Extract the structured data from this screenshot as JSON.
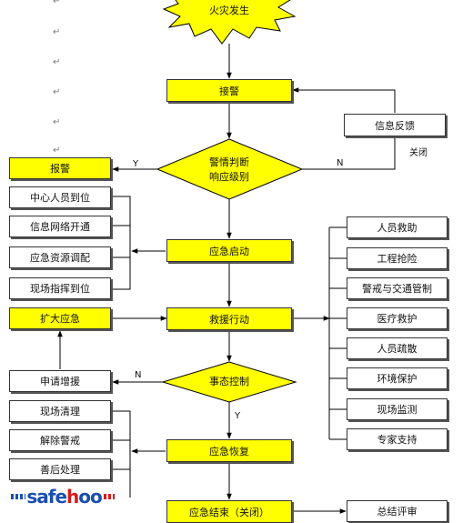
{
  "start": "火灾发生",
  "nodes": {
    "jiejing": "接警",
    "xinxi_fankui": "信息反馈",
    "jingqing_panduan_1": "警情判断",
    "jingqing_panduan_2": "响应级别",
    "baojing": "报警",
    "zhongxin": "中心人员到位",
    "xinxi_wangluo": "信息网络开通",
    "ziyuan": "应急资源调配",
    "xianchang_zhihui": "现场指挥到位",
    "yingji_qidong": "应急启动",
    "kuoda": "扩大应急",
    "jiuyuan": "救援行动",
    "shiqing": "事态控制",
    "shenqing": "申请增援",
    "qingli": "现场清理",
    "jiechu": "解除警戒",
    "shanhou": "善后处理",
    "huifu": "应急恢复",
    "jieshu": "应急结束（关闭）",
    "zongjie": "总结评审"
  },
  "actions": [
    "人员救助",
    "工程抢险",
    "警戒与交通管制",
    "医疗救护",
    "人员疏散",
    "环境保护",
    "现场监测",
    "专家支持"
  ],
  "edge_labels": {
    "y": "Y",
    "n": "N",
    "guanbi": "关闭"
  },
  "para_mark": "↵",
  "logo": {
    "pre": "safe",
    "hl": "h",
    "post": "oo"
  },
  "colors": {
    "process": "#ffff00",
    "plain": "#ffffff",
    "line": "#000000"
  }
}
